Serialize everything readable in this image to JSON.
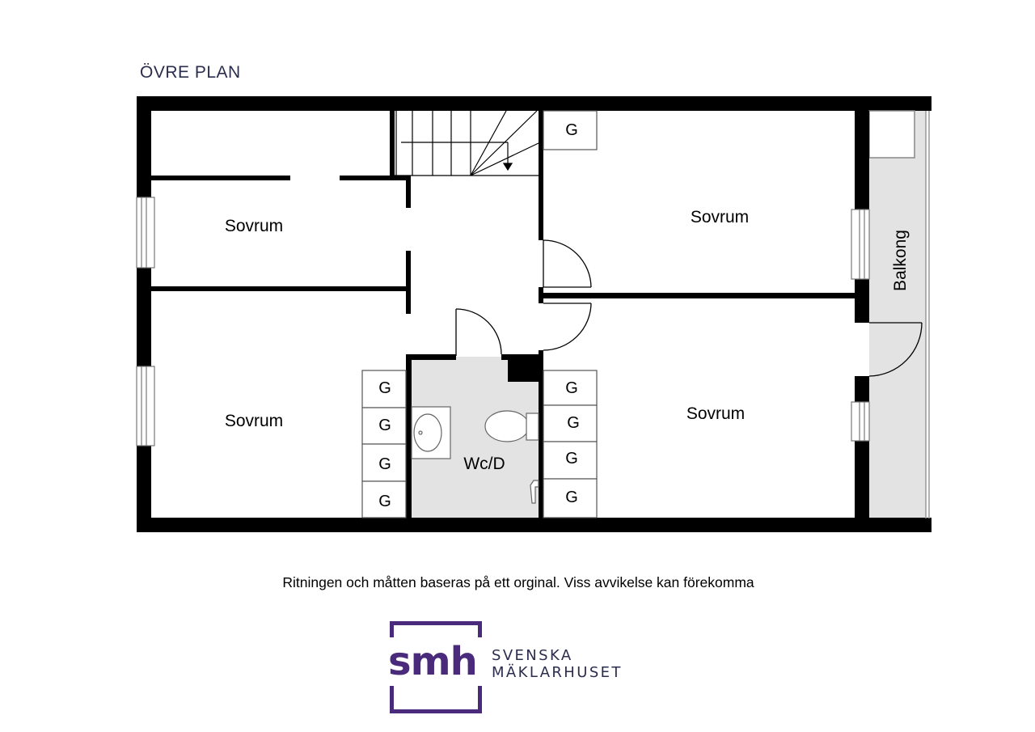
{
  "title": "ÖVRE PLAN",
  "rooms": {
    "sovrum_top_left": "Sovrum",
    "sovrum_bottom_left": "Sovrum",
    "sovrum_top_right": "Sovrum",
    "sovrum_bottom_right": "Sovrum",
    "wc": "Wc/D",
    "balkong": "Balkong"
  },
  "wardrobe_label": "G",
  "disclaimer": "Ritningen och måtten baseras på ett orginal. Viss avvikelse kan förekomma",
  "logo": {
    "mark": "smh",
    "line1": "SVENSKA",
    "line2": "MÄKLARHUSET",
    "color": "#4a2a7a"
  },
  "colors": {
    "wall": "#000000",
    "wet_room_fill": "#e3e3e3",
    "balcony_fill": "#e3e3e3"
  }
}
